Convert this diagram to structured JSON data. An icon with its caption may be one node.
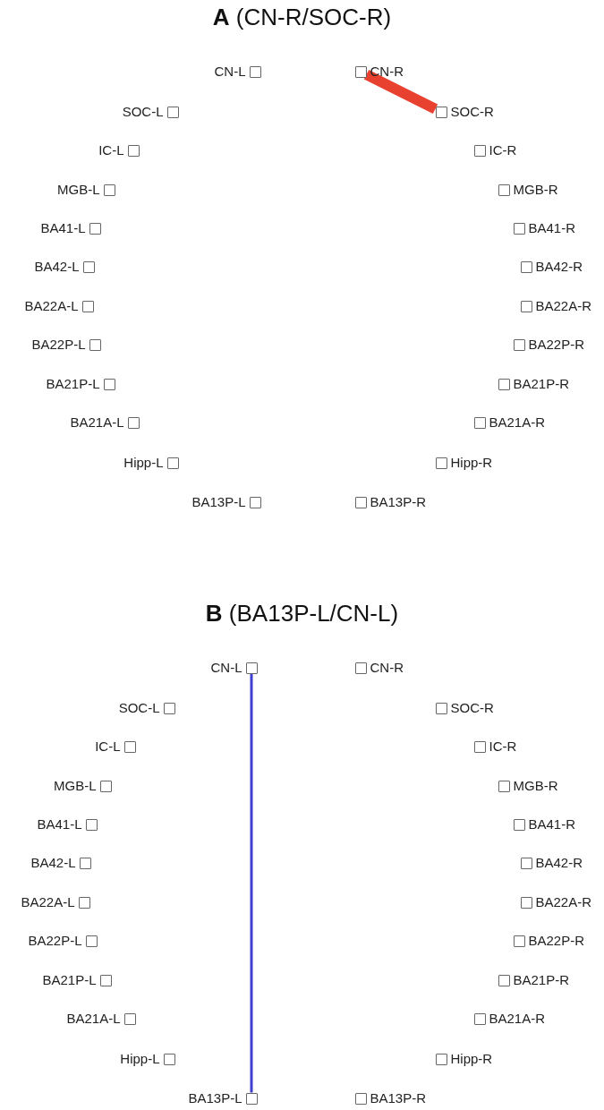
{
  "diagram": {
    "nodes": [
      {
        "text": [],
        "shape": "box",
        "beside": [
          "CN-L"
        ]
      },
      {
        "text": [],
        "shape": "box",
        "beside": [
          "CN-R"
        ]
      },
      {
        "text": [],
        "shape": "box",
        "beside": [
          "SOC-L"
        ]
      },
      {
        "text": [],
        "shape": "box",
        "beside": [
          "SOC-R"
        ]
      },
      {
        "text": [],
        "shape": "box",
        "beside": [
          "IC-L"
        ]
      },
      {
        "text": [],
        "shape": "box",
        "beside": [
          "IC-R"
        ]
      },
      {
        "text": [],
        "shape": "box",
        "beside": [
          "MGB-L"
        ]
      },
      {
        "text": [],
        "shape": "box",
        "beside": [
          "MGB-R"
        ]
      },
      {
        "text": [],
        "shape": "box",
        "beside": [
          "BA41-L"
        ]
      },
      {
        "text": [],
        "shape": "box",
        "beside": [
          "BA41-R"
        ]
      },
      {
        "text": [],
        "shape": "box",
        "beside": [
          "BA42-L"
        ]
      },
      {
        "text": [],
        "shape": "box",
        "beside": [
          "BA42-R"
        ]
      },
      {
        "text": [],
        "shape": "box",
        "beside": [
          "BA22A-L"
        ]
      },
      {
        "text": [],
        "shape": "box",
        "beside": [
          "BA22A-R"
        ]
      },
      {
        "text": [],
        "shape": "box",
        "beside": [
          "BA22P-L"
        ]
      },
      {
        "text": [],
        "shape": "box",
        "beside": [
          "BA22P-R"
        ]
      },
      {
        "text": [],
        "shape": "box",
        "beside": [
          "BA21P-L"
        ]
      },
      {
        "text": [],
        "shape": "box",
        "beside": [
          "BA21P-R"
        ]
      },
      {
        "text": [],
        "shape": "box",
        "beside": [
          "BA21A-L"
        ]
      },
      {
        "text": [],
        "shape": "box",
        "beside": [
          "BA21A-R"
        ]
      },
      {
        "text": [],
        "shape": "box",
        "beside": [
          "Hipp-L"
        ]
      },
      {
        "text": [],
        "shape": "box",
        "beside": [
          "Hipp-R"
        ]
      },
      {
        "text": [],
        "shape": "box",
        "beside": [
          "BA13P-L"
        ]
      },
      {
        "text": [],
        "shape": "box",
        "beside": [
          "BA13P-R"
        ]
      },
      {
        "text": [],
        "shape": "box",
        "beside": [
          "CN-L"
        ]
      },
      {
        "text": [],
        "shape": "box",
        "beside": [
          "CN-R"
        ]
      },
      {
        "text": [],
        "shape": "box",
        "beside": [
          "SOC-L"
        ]
      },
      {
        "text": [],
        "shape": "box",
        "beside": [
          "SOC-R"
        ]
      },
      {
        "text": [],
        "shape": "box",
        "beside": [
          "IC-L"
        ]
      },
      {
        "text": [],
        "shape": "box",
        "beside": [
          "IC-R"
        ]
      },
      {
        "text": [],
        "shape": "box",
        "beside": [
          "MGB-L"
        ]
      },
      {
        "text": [],
        "shape": "box",
        "beside": [
          "MGB-R"
        ]
      },
      {
        "text": [],
        "shape": "box",
        "beside": [
          "BA41-L"
        ]
      },
      {
        "text": [],
        "shape": "box",
        "beside": [
          "BA41-R"
        ]
      },
      {
        "text": [],
        "shape": "box",
        "beside": [
          "BA42-L"
        ]
      },
      {
        "text": [],
        "shape": "box",
        "beside": [
          "BA42-R"
        ]
      },
      {
        "text": [],
        "shape": "box",
        "beside": [
          "BA22A-L"
        ]
      },
      {
        "text": [],
        "shape": "box",
        "beside": [
          "BA22A-R"
        ]
      },
      {
        "text": [],
        "shape": "box",
        "beside": [
          "BA22P-L"
        ]
      },
      {
        "text": [],
        "shape": "box",
        "beside": [
          "BA22P-R"
        ]
      },
      {
        "text": [],
        "shape": "box",
        "beside": [
          "BA21P-L"
        ]
      },
      {
        "text": [],
        "shape": "box",
        "beside": [
          "BA21P-R"
        ]
      },
      {
        "text": [],
        "shape": "box",
        "beside": [
          "BA21A-L"
        ]
      },
      {
        "text": [],
        "shape": "box",
        "beside": [
          "BA21A-R"
        ]
      },
      {
        "text": [],
        "shape": "box",
        "beside": [
          "Hipp-L"
        ]
      },
      {
        "text": [],
        "shape": "box",
        "beside": [
          "Hipp-R"
        ]
      },
      {
        "text": [],
        "shape": "box",
        "beside": [
          "BA13P-L"
        ]
      },
      {
        "text": [],
        "shape": "box",
        "beside": [
          "BA13P-R"
        ]
      }
    ],
    "edges": [
      {
        "from": 1,
        "to": 3,
        "arrow": "none",
        "style": "thick",
        "color": "#e8412f"
      },
      {
        "from": 24,
        "to": 46,
        "arrow": "none",
        "color": "#4040d0"
      }
    ],
    "labels": [
      "**A** (CN-R/SOC-R)",
      "**B** (BA13P-L/CN-L)"
    ]
  }
}
